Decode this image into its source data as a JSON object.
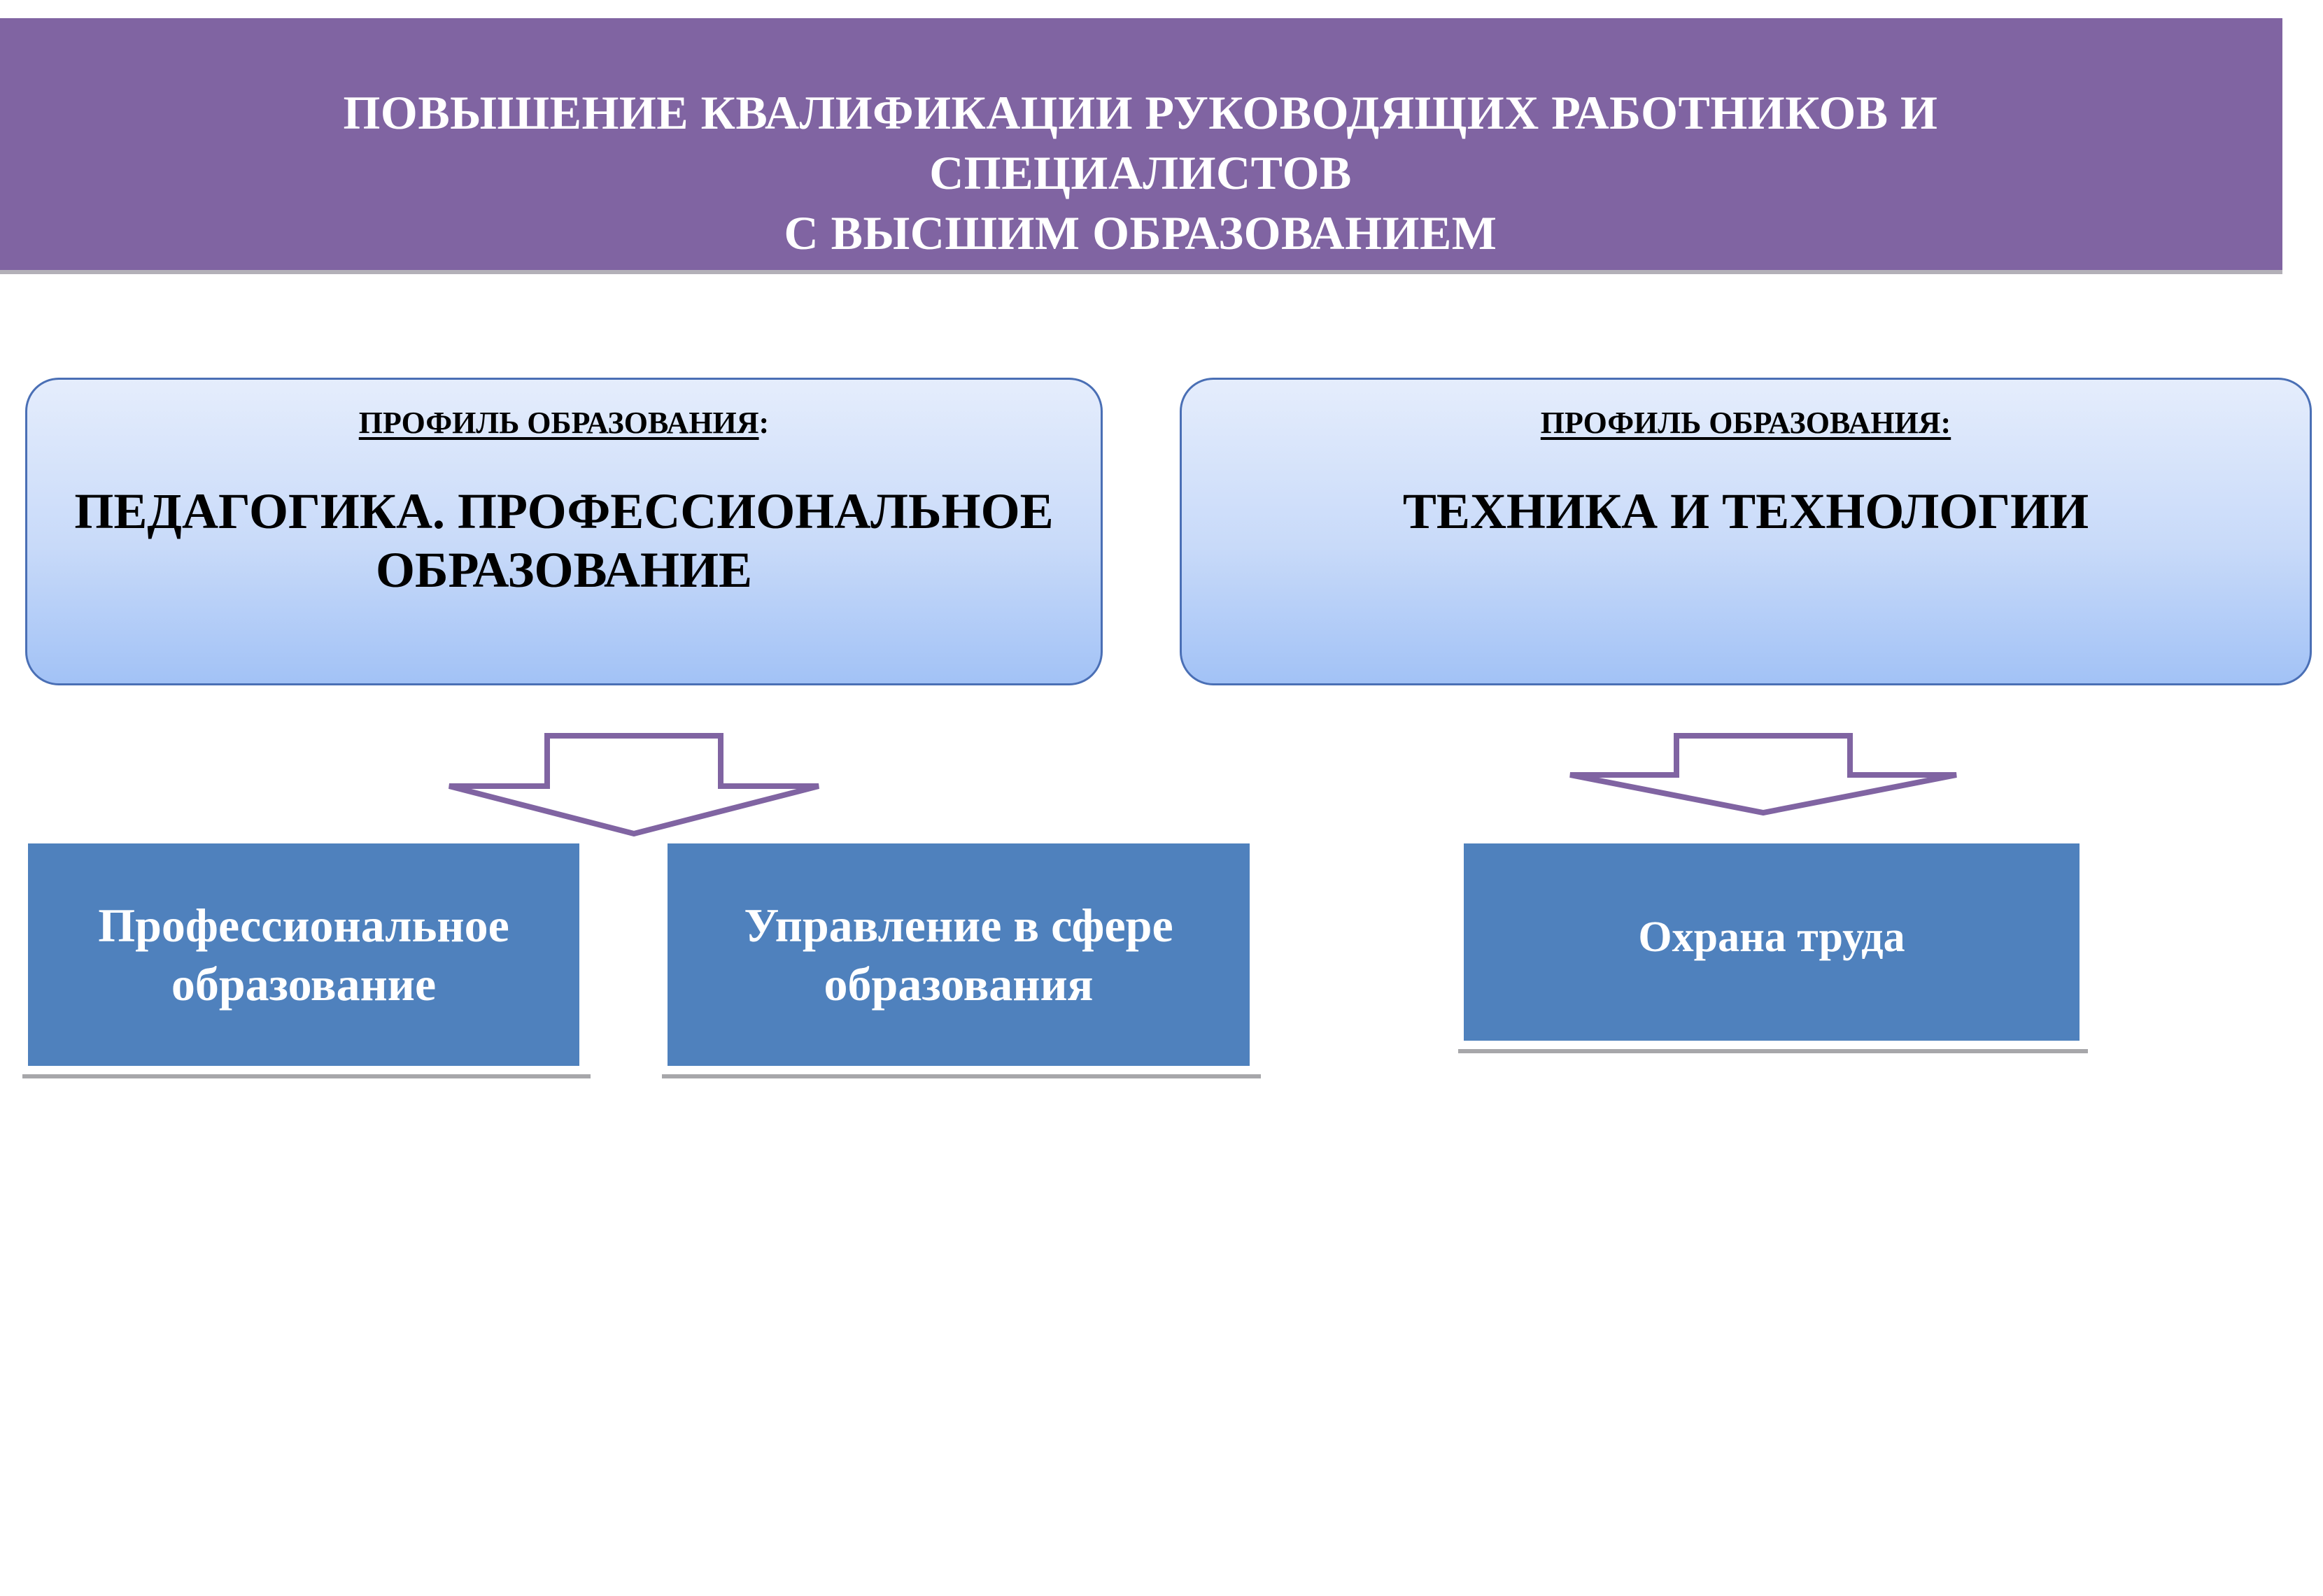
{
  "header": {
    "title_line_1": "ПОВЫШЕНИЕ КВАЛИФИКАЦИИ РУКОВОДЯЩИХ РАБОТНИКОВ И",
    "title_line_2": "СПЕЦИАЛИСТОВ",
    "title_line_3": "С ВЫСШИМ ОБРАЗОВАНИЕМ"
  },
  "profiles": [
    {
      "caption": "ПРОФИЛЬ ОБРАЗОВАНИЯ",
      "caption_suffix": ":",
      "title_line_1": "ПЕДАГОГИКА. ПРОФЕССИОНАЛЬНОЕ",
      "title_line_2": "ОБРАЗОВАНИЕ"
    },
    {
      "caption": "ПРОФИЛЬ ОБРАЗОВАНИЯ:",
      "title_line_1": "ТЕХНИКА И ТЕХНОЛОГИИ"
    }
  ],
  "programs": [
    {
      "line_1": "Профессиональное",
      "line_2": "образование"
    },
    {
      "line_1": "Управление в сфере",
      "line_2": "образования"
    },
    {
      "line_1": "Охрана труда"
    }
  ],
  "colors": {
    "banner": "#8064a2",
    "card_border": "#4a6fb5",
    "card_gradient_top": "#e5edfc",
    "card_gradient_bottom": "#a2c2f6",
    "arrow_stroke": "#8064a2",
    "box_fill": "#4f81bd",
    "box_shadow_line": "#a7a7aa"
  },
  "icons": {
    "arrow": "down-arrow-icon"
  }
}
